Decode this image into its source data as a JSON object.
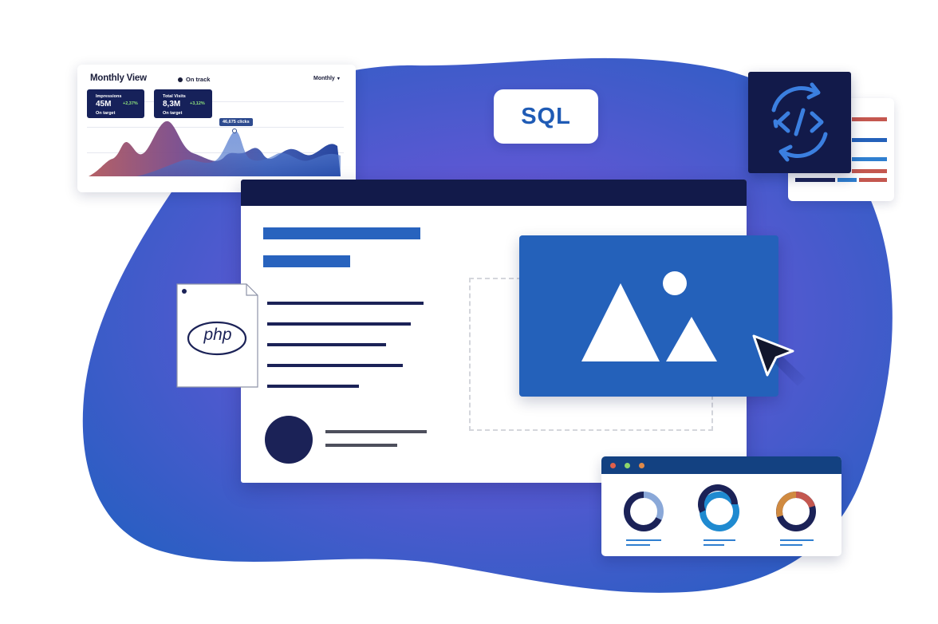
{
  "monthly_view": {
    "title": "Monthly View",
    "status": "On track",
    "period_select": "Monthly",
    "stats": [
      {
        "label": "Impressions",
        "value": "45M",
        "delta": "+2,37%",
        "sub": "On target"
      },
      {
        "label": "Total Visits",
        "value": "8,3M",
        "delta": "+3,12%",
        "sub": "On target"
      }
    ],
    "tooltip": "46,675 clicks"
  },
  "sql_badge": {
    "label": "SQL"
  },
  "php_file": {
    "label": "php"
  },
  "icons": {
    "code": "code-sync-icon",
    "image": "image-icon",
    "cursor": "cursor-icon"
  },
  "colors": {
    "blob_primary": "#2f5fc4",
    "blob_accent": "#7a4fd6",
    "navy": "#121a4a",
    "accent_blue": "#2461ba",
    "brand_text": "#1f5bb5",
    "red_accent": "#c4574f"
  }
}
